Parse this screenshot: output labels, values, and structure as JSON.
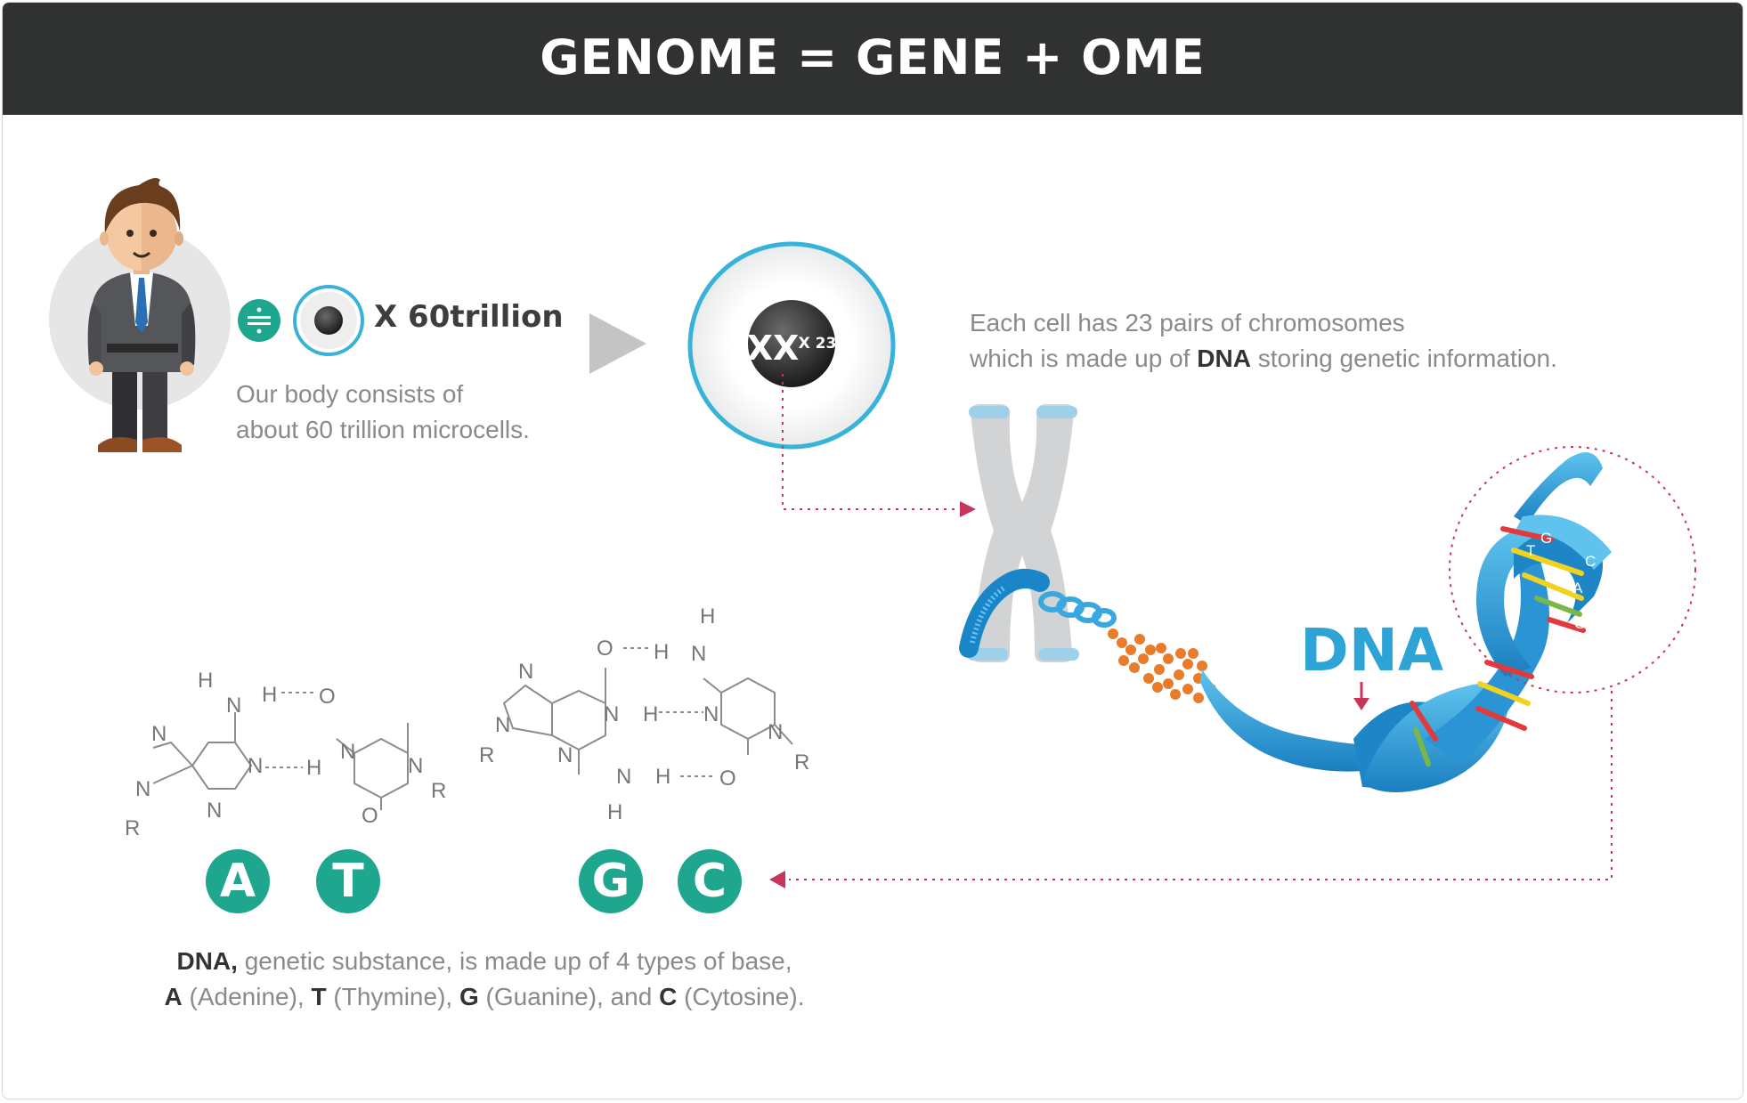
{
  "title": "GENOME = GENE + OME",
  "body_section": {
    "count_label": "X 60trillion",
    "caption_line1": "Our body consists of",
    "caption_line2": "about 60 trillion microcells.",
    "approx_icon": "approximately-equal-icon"
  },
  "cell": {
    "chromosome_multiplier": "X 23"
  },
  "chromosome_caption": {
    "line1": "Each cell has 23 pairs of chromosomes",
    "line2_pre": "which is made up of ",
    "line2_bold": "DNA",
    "line2_post": " storing genetic information."
  },
  "dna_label": "DNA",
  "helix_bases": [
    "A",
    "T",
    "G",
    "C",
    "T",
    "A",
    "G"
  ],
  "chemistry": {
    "atom_h": "H",
    "atom_n": "N",
    "atom_o": "O",
    "atom_r": "R"
  },
  "bases": [
    "A",
    "T",
    "G",
    "C"
  ],
  "bottom_caption": {
    "line1_bold": "DNA,",
    "line1_rest": " genetic substance, is made up of 4 types of base,",
    "a_bold": "A",
    "a_rest": " (Adenine), ",
    "t_bold": "T",
    "t_rest": " (Thymine), ",
    "g_bold": "G",
    "g_rest": " (Guanine), and ",
    "c_bold": "C",
    "c_rest": " (Cytosine)."
  },
  "colors": {
    "header": "#303131",
    "teal": "#1fa68e",
    "blue": "#2ea3d6",
    "arrow_red": "#c8355a",
    "orange": "#e87c2a"
  }
}
